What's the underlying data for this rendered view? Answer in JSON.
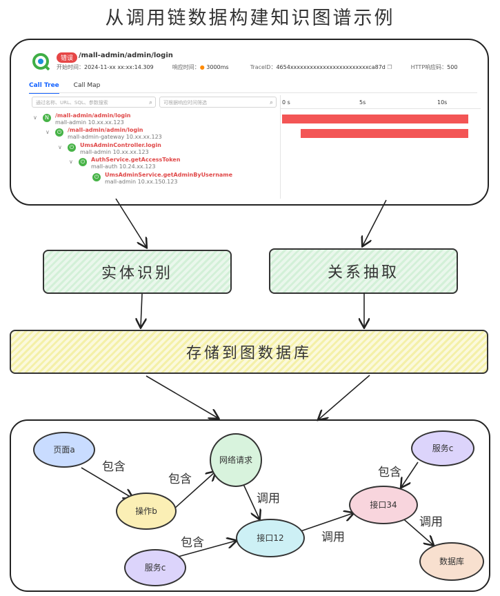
{
  "title": "从调用链数据构建知识图谱示例",
  "trace": {
    "badge": "错误",
    "endpoint": "/mall-admin/admin/login",
    "start_label": "开始时间：",
    "start_value": "2024-11-xx xx:xx:14.309",
    "resp_label": "响应时间：",
    "resp_value": "3000ms",
    "traceid_label": "TraceID：",
    "traceid_value": "4654xxxxxxxxxxxxxxxxxxxxxxxxca87d",
    "http_label": "HTTP响应码：",
    "http_value": "500",
    "tab_tree": "Call Tree",
    "tab_map": "Call Map",
    "search1": "通过名称、URL、SQL、参数搜索",
    "search2": "可根据响应时间筛选",
    "axis": [
      "0 s",
      "5s",
      "10s"
    ],
    "rows": [
      {
        "name": "/mall-admin/admin/login",
        "sub": "mall-admin   10.xx.xx.123",
        "icon": "N"
      },
      {
        "name": "/mall-admin/admin/login",
        "sub": "mall-admin-gateway   10.xx.xx.123",
        "icon": "⏻"
      },
      {
        "name": "UmsAdminController.login",
        "sub": "mall-admin   10.xx.xx.123",
        "icon": "⏻"
      },
      {
        "name": "AuthService.getAccessToken",
        "sub": "mall-auth   10.24.xx.123",
        "icon": "⏻"
      },
      {
        "name": "UmsAdminService.getAdminByUsername",
        "sub": "mall-admin   10.xx.150.123",
        "icon": "⏻"
      }
    ]
  },
  "stages": {
    "entity": "实体识别",
    "relation": "关系抽取",
    "store": "存储到图数据库"
  },
  "nodes": {
    "page_a": "页面a",
    "op_b": "操作b",
    "net_req": "网络请求",
    "svc_c_left": "服务c",
    "api12": "接口12",
    "api34": "接口34",
    "svc_c_right": "服务c",
    "db": "数据库"
  },
  "edges": {
    "contain1": "包含",
    "contain2": "包含",
    "call1": "调用",
    "contain3": "包含",
    "call2": "调用",
    "contain4": "包含",
    "call3": "调用"
  },
  "colors": {
    "error_red": "#e64646",
    "bar_red": "#f35555",
    "link_blue": "#1664ff",
    "node_blue": "#c9dcff",
    "node_yellow": "#fbefb5",
    "node_green": "#d8f3dd",
    "node_purple": "#dcd4fb",
    "node_cyan": "#cdf0f5",
    "node_pink": "#f8d5dd",
    "node_peach": "#f8e0cf"
  }
}
